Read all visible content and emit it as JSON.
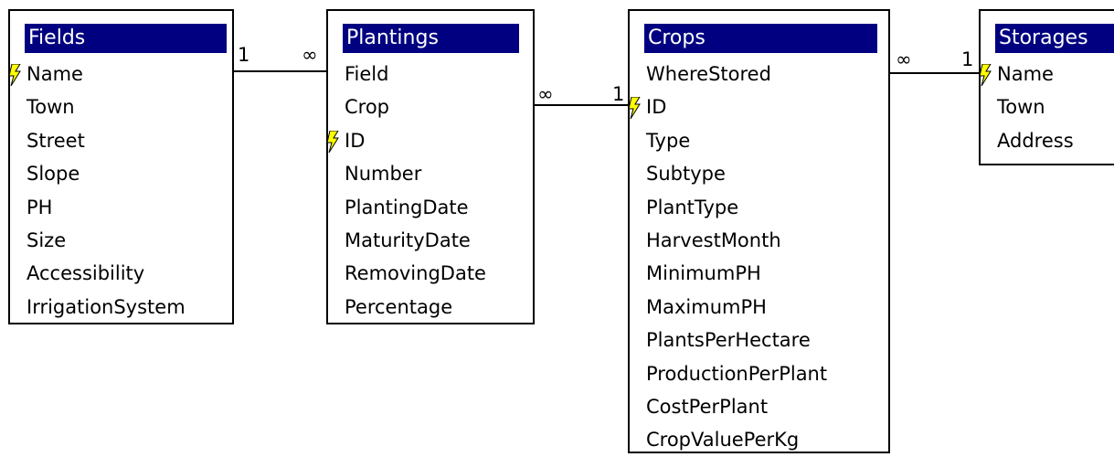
{
  "colors": {
    "header_bg": "#000080",
    "header_text": "#ffffff",
    "key_fill": "#ffff00",
    "border": "#000000"
  },
  "tables": [
    {
      "name": "Fields",
      "fields": [
        {
          "label": "Name",
          "key": true
        },
        {
          "label": "Town"
        },
        {
          "label": "Street"
        },
        {
          "label": "Slope"
        },
        {
          "label": "PH"
        },
        {
          "label": "Size"
        },
        {
          "label": "Accessibility"
        },
        {
          "label": "IrrigationSystem"
        }
      ]
    },
    {
      "name": "Plantings",
      "fields": [
        {
          "label": "Field"
        },
        {
          "label": "Crop"
        },
        {
          "label": "ID",
          "key": true
        },
        {
          "label": "Number"
        },
        {
          "label": "PlantingDate"
        },
        {
          "label": "MaturityDate"
        },
        {
          "label": "RemovingDate"
        },
        {
          "label": "Percentage"
        }
      ]
    },
    {
      "name": "Crops",
      "fields": [
        {
          "label": "WhereStored"
        },
        {
          "label": "ID",
          "key": true
        },
        {
          "label": "Type"
        },
        {
          "label": "Subtype"
        },
        {
          "label": "PlantType"
        },
        {
          "label": "HarvestMonth"
        },
        {
          "label": "MinimumPH"
        },
        {
          "label": "MaximumPH"
        },
        {
          "label": "PlantsPerHectare"
        },
        {
          "label": "ProductionPerPlant"
        },
        {
          "label": "CostPerPlant"
        },
        {
          "label": "CropValuePerKg"
        }
      ]
    },
    {
      "name": "Storages",
      "fields": [
        {
          "label": "Name",
          "key": true
        },
        {
          "label": "Town"
        },
        {
          "label": "Address"
        }
      ]
    }
  ],
  "relationships": [
    {
      "left_cardinality": "1",
      "right_cardinality": "∞"
    },
    {
      "left_cardinality": "∞",
      "right_cardinality": "1"
    },
    {
      "left_cardinality": "∞",
      "right_cardinality": "1"
    }
  ]
}
